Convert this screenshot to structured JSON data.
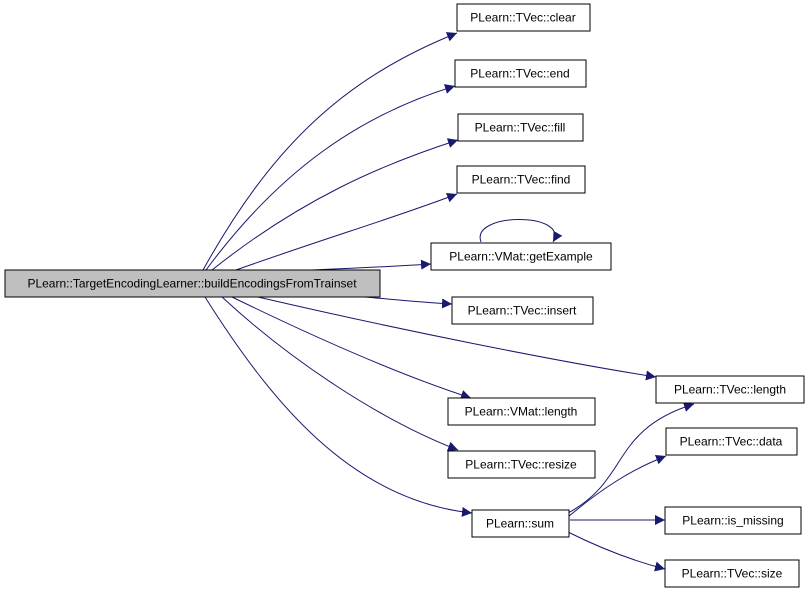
{
  "colors": {
    "edge": "#191970",
    "root_fill": "#bfbfbf",
    "node_fill": "#ffffff",
    "border": "#000000"
  },
  "graph": {
    "root": {
      "id": "root",
      "label": "PLearn::TargetEncodingLearner::buildEncodingsFromTrainset"
    },
    "nodes": [
      {
        "id": "clear",
        "label": "PLearn::TVec::clear"
      },
      {
        "id": "end",
        "label": "PLearn::TVec::end"
      },
      {
        "id": "fill",
        "label": "PLearn::TVec::fill"
      },
      {
        "id": "find",
        "label": "PLearn::TVec::find"
      },
      {
        "id": "getExample",
        "label": "PLearn::VMat::getExample"
      },
      {
        "id": "insert",
        "label": "PLearn::TVec::insert"
      },
      {
        "id": "tvec_length",
        "label": "PLearn::TVec::length"
      },
      {
        "id": "vmat_length",
        "label": "PLearn::VMat::length"
      },
      {
        "id": "resize",
        "label": "PLearn::TVec::resize"
      },
      {
        "id": "sum",
        "label": "PLearn::sum"
      },
      {
        "id": "data",
        "label": "PLearn::TVec::data"
      },
      {
        "id": "is_missing",
        "label": "PLearn::is_missing"
      },
      {
        "id": "size",
        "label": "PLearn::TVec::size"
      }
    ],
    "edges": [
      {
        "from": "root",
        "to": "clear"
      },
      {
        "from": "root",
        "to": "end"
      },
      {
        "from": "root",
        "to": "fill"
      },
      {
        "from": "root",
        "to": "find"
      },
      {
        "from": "root",
        "to": "getExample"
      },
      {
        "from": "getExample",
        "to": "getExample"
      },
      {
        "from": "root",
        "to": "insert"
      },
      {
        "from": "root",
        "to": "tvec_length"
      },
      {
        "from": "root",
        "to": "vmat_length"
      },
      {
        "from": "root",
        "to": "resize"
      },
      {
        "from": "root",
        "to": "sum"
      },
      {
        "from": "sum",
        "to": "tvec_length"
      },
      {
        "from": "sum",
        "to": "data"
      },
      {
        "from": "sum",
        "to": "is_missing"
      },
      {
        "from": "sum",
        "to": "size"
      }
    ]
  }
}
